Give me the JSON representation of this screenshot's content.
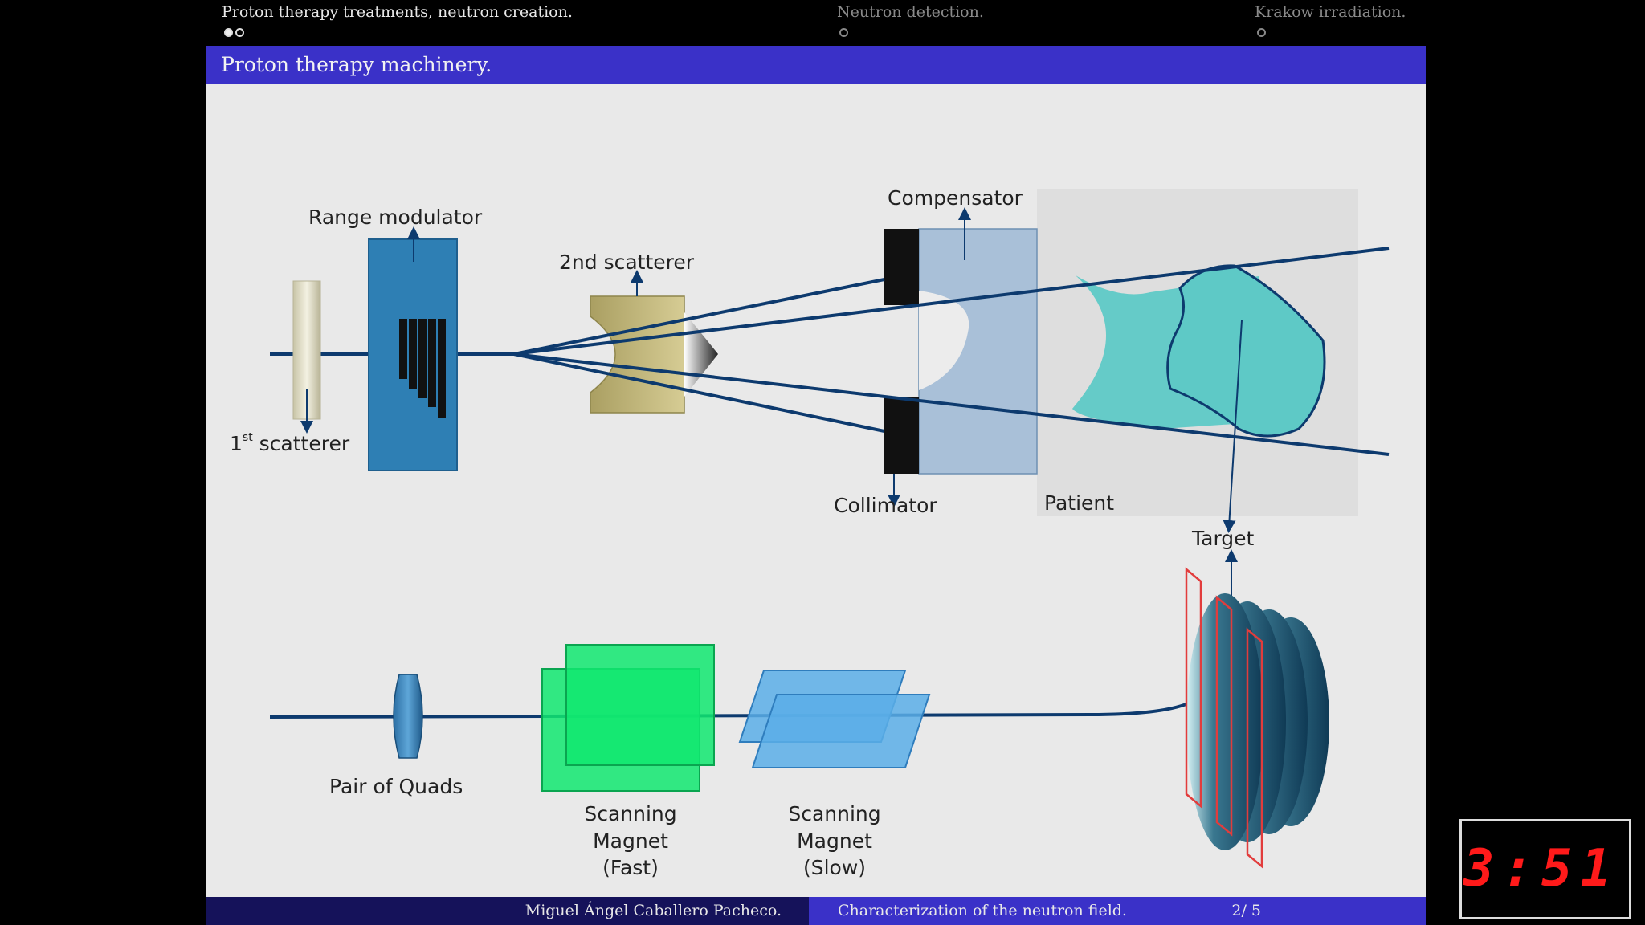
{
  "nav": {
    "sections": [
      {
        "label": "Proton therapy treatments, neutron creation.",
        "dots": 2,
        "filled": 1
      },
      {
        "label": "Neutron detection.",
        "dots": 1,
        "filled": 0
      },
      {
        "label": "Krakow irradiation.",
        "dots": 1,
        "filled": 0
      }
    ]
  },
  "slide": {
    "title": "Proton therapy machinery.",
    "labels": {
      "range_modulator": "Range modulator",
      "first_scatterer_num": "1",
      "first_scatterer_sup": "st",
      "first_scatterer_word": " scatterer",
      "second_scatterer": "2nd scatterer",
      "compensator": "Compensator",
      "collimator": "Collimator",
      "patient": "Patient",
      "target": "Target",
      "pair_of_quads": "Pair of Quads",
      "fast_1": "Scanning",
      "fast_2": "Magnet",
      "fast_3": "(Fast)",
      "slow_1": "Scanning",
      "slow_2": "Magnet",
      "slow_3": "(Slow)"
    }
  },
  "colors": {
    "title_bar": "#3a31c8",
    "footer_dark": "#15125a",
    "beam": "#0d3a6e",
    "modulator": "#2e7fb4",
    "patient_tissue": "#5ec9c6",
    "fast_magnet": "#10e870",
    "slow_magnet": "#5aaee8",
    "timer_digits": "#ff1a1a"
  },
  "footer": {
    "author": "Miguel Ángel Caballero Pacheco.",
    "talk_title": "Characterization of the neutron field.",
    "page": "2/ 5"
  },
  "timer": {
    "display": "3:51"
  }
}
